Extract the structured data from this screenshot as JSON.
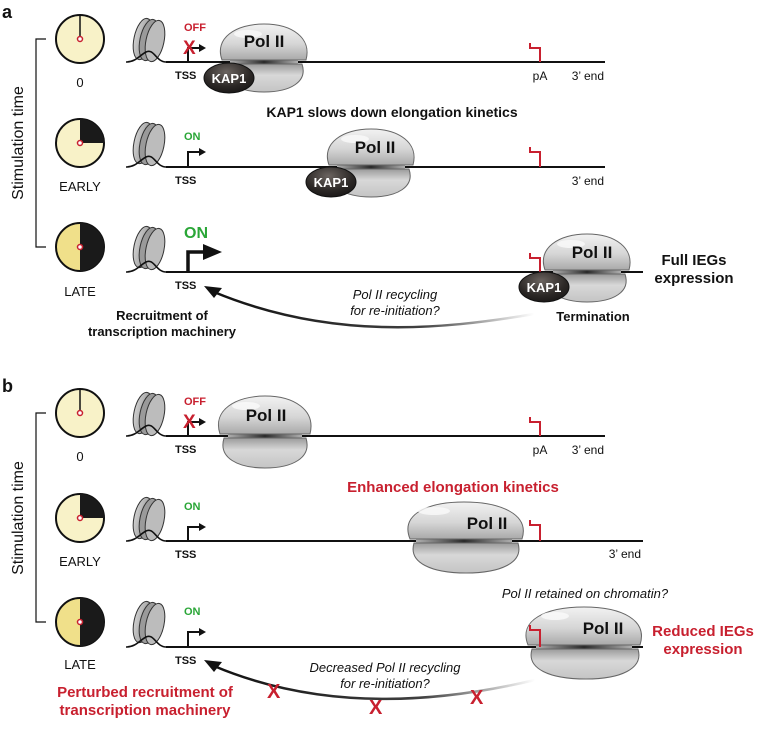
{
  "figure": {
    "type": "schematic",
    "colors": {
      "red": "#c8202f",
      "green": "#2aa637",
      "clock_face": "#f7f0c0",
      "clock_face_late": "#f0e08a",
      "pol2": "#d8d8d8",
      "kap1": "#2a2624",
      "line": "#111111"
    },
    "panels": [
      {
        "label": "a",
        "axis_label": "Stimulation time",
        "rows": [
          {
            "time_label": "0",
            "clock_state": "zero",
            "status": "OFF",
            "status_color": "red",
            "tss_label": "TSS",
            "pol2_label": "Pol II",
            "kap1_label": "KAP1",
            "pa_label": "pA",
            "end_label": "3’ end",
            "caption": "KAP1 slows down elongation kinetics"
          },
          {
            "time_label": "EARLY",
            "clock_state": "quarter",
            "status": "ON",
            "status_color": "green",
            "tss_label": "TSS",
            "pol2_label": "Pol II",
            "kap1_label": "KAP1",
            "end_label": "3’ end"
          },
          {
            "time_label": "LATE",
            "clock_state": "half",
            "status": "ON",
            "status_color": "green",
            "tss_label": "TSS",
            "pol2_label": "Pol II",
            "kap1_label": "KAP1",
            "termination_label": "Termination",
            "outcome_line1": "Full IEGs",
            "outcome_line2": "expression",
            "recycling_line1": "Pol II recycling",
            "recycling_line2": "for re-initiation?",
            "recruitment_line1": "Recruitment of",
            "recruitment_line2": "transcription machinery"
          }
        ]
      },
      {
        "label": "b",
        "axis_label": "Stimulation time",
        "rows": [
          {
            "time_label": "0",
            "clock_state": "zero",
            "status": "OFF",
            "status_color": "red",
            "tss_label": "TSS",
            "pol2_label": "Pol II",
            "pa_label": "pA",
            "end_label": "3’ end"
          },
          {
            "time_label": "EARLY",
            "clock_state": "quarter",
            "status": "ON",
            "status_color": "green",
            "tss_label": "TSS",
            "pol2_label": "Pol II",
            "end_label": "3’ end",
            "caption": "Enhanced elongation kinetics"
          },
          {
            "time_label": "LATE",
            "clock_state": "half",
            "status": "ON",
            "status_color": "green",
            "tss_label": "TSS",
            "pol2_label": "Pol II",
            "retained_label": "Pol II retained on chromatin?",
            "outcome_line1": "Reduced IEGs",
            "outcome_line2": "expression",
            "recycling_line1": "Decreased Pol II recycling",
            "recycling_line2": "for re-initiation?",
            "recruitment_line1": "Perturbed recruitment of",
            "recruitment_line2": "transcription machinery",
            "blocked_marks": 3
          }
        ]
      }
    ]
  }
}
